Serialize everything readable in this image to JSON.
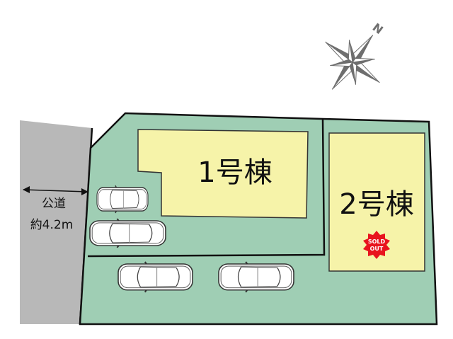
{
  "plot_1": {
    "label": "1号棟"
  },
  "plot_2": {
    "label": "2号棟",
    "badge_line1": "SOLD",
    "badge_line2": "OUT"
  },
  "road": {
    "name": "公道",
    "width": "約4.2m"
  },
  "compass": {
    "north": "N"
  },
  "colors": {
    "lot": "#9fceb4",
    "house": "#f6f3a9",
    "road": "#b8b8b8",
    "badge": "#e8141e",
    "compass": "#6e6e6e"
  }
}
